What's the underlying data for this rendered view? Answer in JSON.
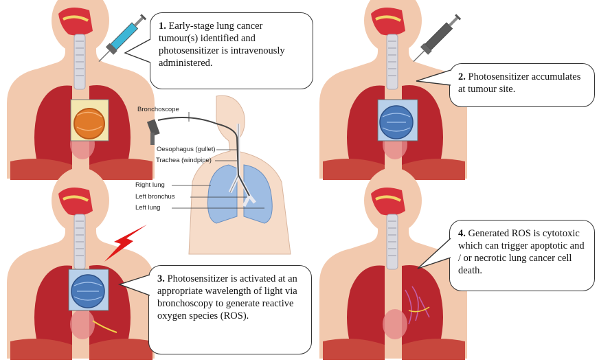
{
  "steps": [
    {
      "number": "1.",
      "text": "Early-stage lung cancer tumour(s) identified and photosensitizer is intravenously administered."
    },
    {
      "number": "2.",
      "text": "Photosensitizer accumulates at tumour site."
    },
    {
      "number": "3.",
      "text": "Photosensitizer is activated at an appropriate wavelength of light via bronchoscopy to generate reactive oxygen species (ROS)."
    },
    {
      "number": "4.",
      "text": "Generated ROS is cytotoxic which can trigger apoptotic and / or necrotic lung cancer cell death."
    }
  ],
  "center_diagram": {
    "labels": [
      "Bronchoscope",
      "Oesophagus (gullet)",
      "Trachea (windpipe)",
      "Right lung",
      "Left bronchus",
      "Left lung"
    ]
  },
  "colors": {
    "skin": "#f2c9ae",
    "lung": "#b8262e",
    "tumour": "#e07a2a",
    "tumour_treated": "#4a79b8",
    "lung_blue": "#9fbde3",
    "light_beam": "#e01818"
  }
}
